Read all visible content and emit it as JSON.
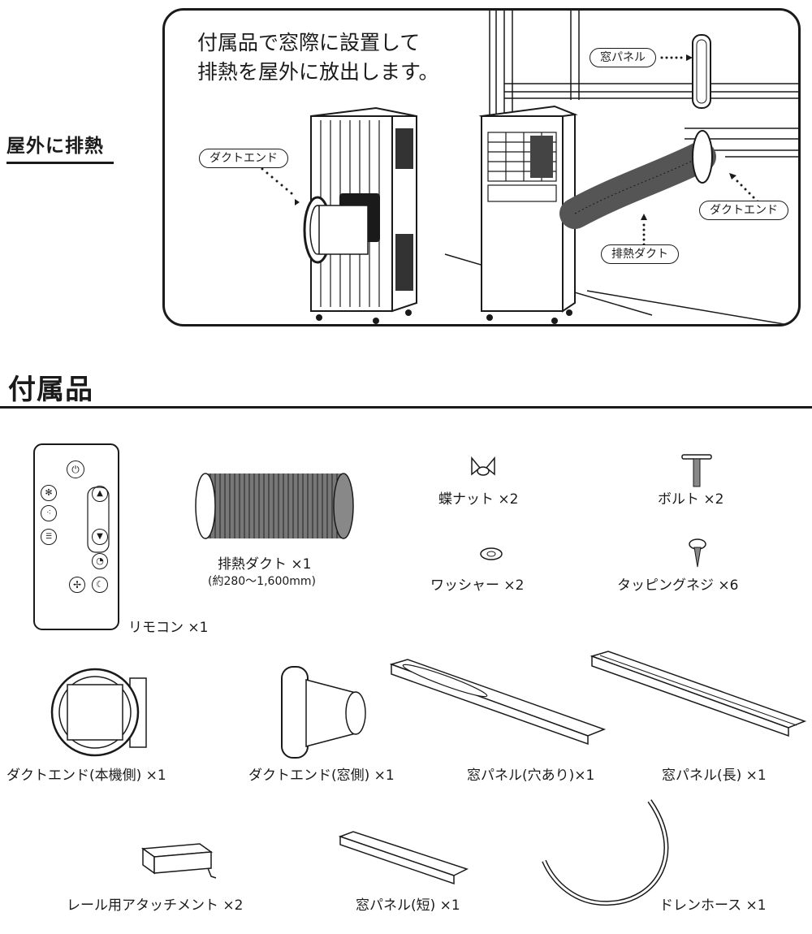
{
  "side_label": "屋外に排熱",
  "intro": {
    "line1": "付属品で窓際に設置して",
    "line2": "排熱を屋外に放出します。"
  },
  "callouts": {
    "duct_end_left": "ダクトエンド",
    "window_panel": "窓パネル",
    "duct_end_right": "ダクトエンド",
    "exhaust_duct": "排熱ダクト"
  },
  "section_title": "付属品",
  "items": {
    "remote": "リモコン ×1",
    "exhaust_duct": "排熱ダクト ×1",
    "exhaust_duct_length": "(約280～1,600mm)",
    "wing_nut": "蝶ナット ×2",
    "bolt": "ボルト ×2",
    "washer": "ワッシャー ×2",
    "tapping_screw": "タッピングネジ ×6",
    "duct_end_body": "ダクトエンド(本機側) ×1",
    "duct_end_window": "ダクトエンド(窓側) ×1",
    "panel_hole": "窓パネル(穴あり)×1",
    "panel_long": "窓パネル(長) ×1",
    "rail_attachment": "レール用アタッチメント ×2",
    "panel_short": "窓パネル(短) ×1",
    "drain_hose": "ドレンホース ×1"
  },
  "icons": [
    "power-icon",
    "snowflake-icon",
    "fan-speed-icon",
    "heater-icon",
    "arrow-up-icon",
    "arrow-down-icon",
    "timer-icon",
    "fan-icon",
    "sleep-icon"
  ]
}
